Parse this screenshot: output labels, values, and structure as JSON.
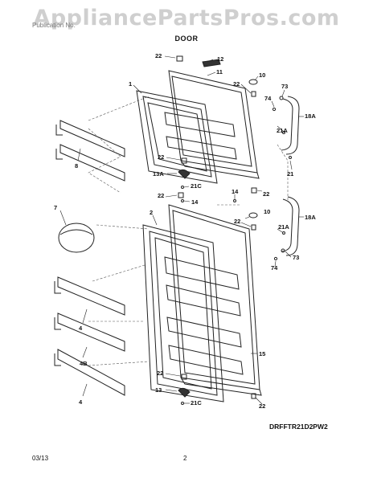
{
  "watermark": "AppliancePartsPros.com",
  "header": {
    "section": "Publication No.",
    "title": "DOOR"
  },
  "model": "DRFFTR21D2PW2",
  "footer": {
    "date": "03/13",
    "page": "2"
  },
  "callouts": {
    "c22a": "22",
    "c12": "12",
    "c11": "11",
    "c1": "1",
    "c10a": "10",
    "c22b": "22",
    "c73a": "73",
    "c74a": "74",
    "c18Aa": "18A",
    "c21Aa": "21A",
    "c8": "8",
    "c22c": "22",
    "c13A": "13A",
    "c21Ca": "21C",
    "c21": "21",
    "c22d": "22",
    "c14a": "14",
    "c14b": "14",
    "c22e": "22",
    "c10b": "10",
    "c22f": "22",
    "c18Ab": "18A",
    "c7": "7",
    "c2": "2",
    "c21Ab": "21A",
    "c73b": "73",
    "c74b": "74",
    "c4a": "4",
    "c4B": "4B",
    "c4b": "4",
    "c15": "15",
    "c22g": "22",
    "c13": "13",
    "c21Cb": "21C",
    "c22h": "22"
  }
}
